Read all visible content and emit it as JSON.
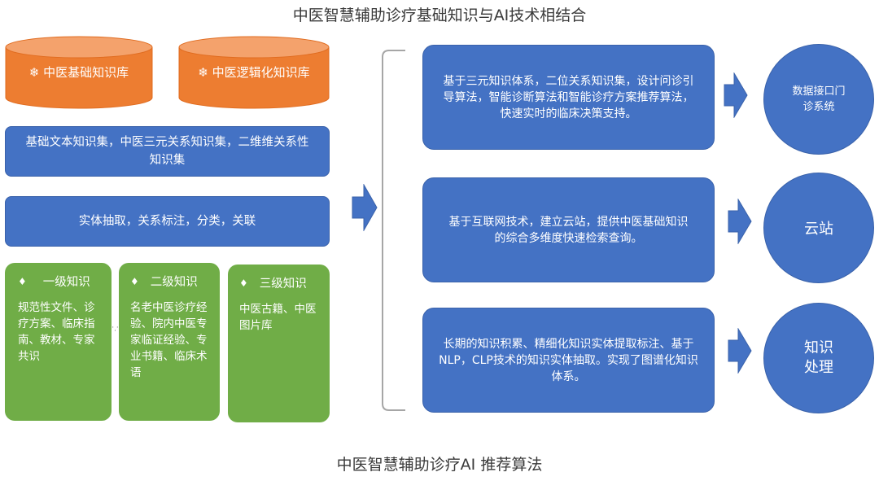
{
  "title_top": "中医智慧辅助诊疗基础知识与AI技术相结合",
  "title_bottom": "中医智慧辅助诊疗AI 推荐算法",
  "databases": [
    {
      "icon": "❄",
      "label": "中医基础知识库"
    },
    {
      "icon": "❄",
      "label": "中医逻辑化知识库"
    }
  ],
  "bar_1": "基础文本知识集，中医三元关系知识集，二维维关系性知识集",
  "bar_2": "实体抽取，关系标注，分类，关联",
  "levels": [
    {
      "icon": "♦",
      "heading": "一级知识",
      "body": "规范性文件、诊疗方案、临床指南、教材、专家共识"
    },
    {
      "icon": "♦",
      "heading": "二级知识",
      "body": "名老中医诊疗经验、院内中医专家临证经验、专业书籍、临床术语"
    },
    {
      "icon": "♦",
      "heading": "三级知识",
      "body": "中医古籍、中医图片库"
    }
  ],
  "cards": [
    {
      "text": "基于三元知识体系，二位关系知识集，设计问诊引导算法，智能诊断算法和智能诊疗方案推荐算法，快速实时的临床决策支持。"
    },
    {
      "text": "基于互联网技术，建立云站，提供中医基础知识的综合多维度快速检索查询。"
    },
    {
      "text": "长期的知识积累、精细化知识实体提取标注、基于NLP，CLP技术的知识实体抽取。实现了图谱化知识体系。"
    }
  ],
  "outputs": [
    {
      "label": "数据接口门诊系统"
    },
    {
      "label": "云站"
    },
    {
      "label": "知识处理"
    }
  ],
  "colors": {
    "orange": "#ed7d31",
    "blue": "#4472c4",
    "green": "#70ad47",
    "bracket": "#a6a6a6"
  }
}
